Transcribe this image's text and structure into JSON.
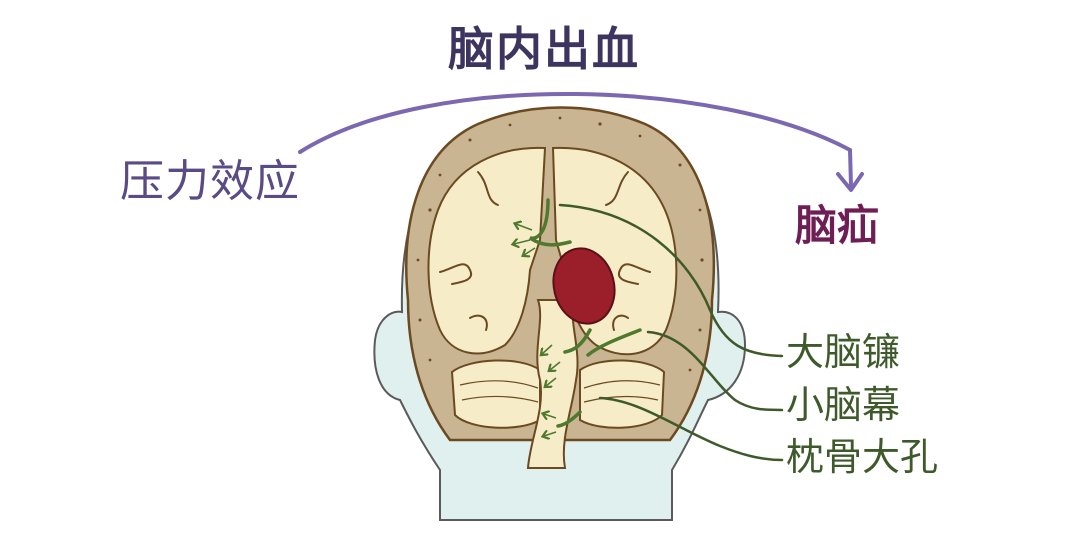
{
  "title": "脑内出血",
  "labels": {
    "mass_effect": "压力效应",
    "herniation": "脑疝",
    "falx": "大脑镰",
    "tentorium": "小脑幕",
    "foramen": "枕骨大孔"
  },
  "colors": {
    "title": "#3d3560",
    "arrow": "#7b68b0",
    "head": "#dff0ef",
    "skull": "#c9b591",
    "brain": "#f6ecc8",
    "outline": "#6b4a22",
    "hemorrhage": "#9a1f2b",
    "membrane": "#4f7a2e",
    "anatomy_label": "#3f5a2a"
  }
}
